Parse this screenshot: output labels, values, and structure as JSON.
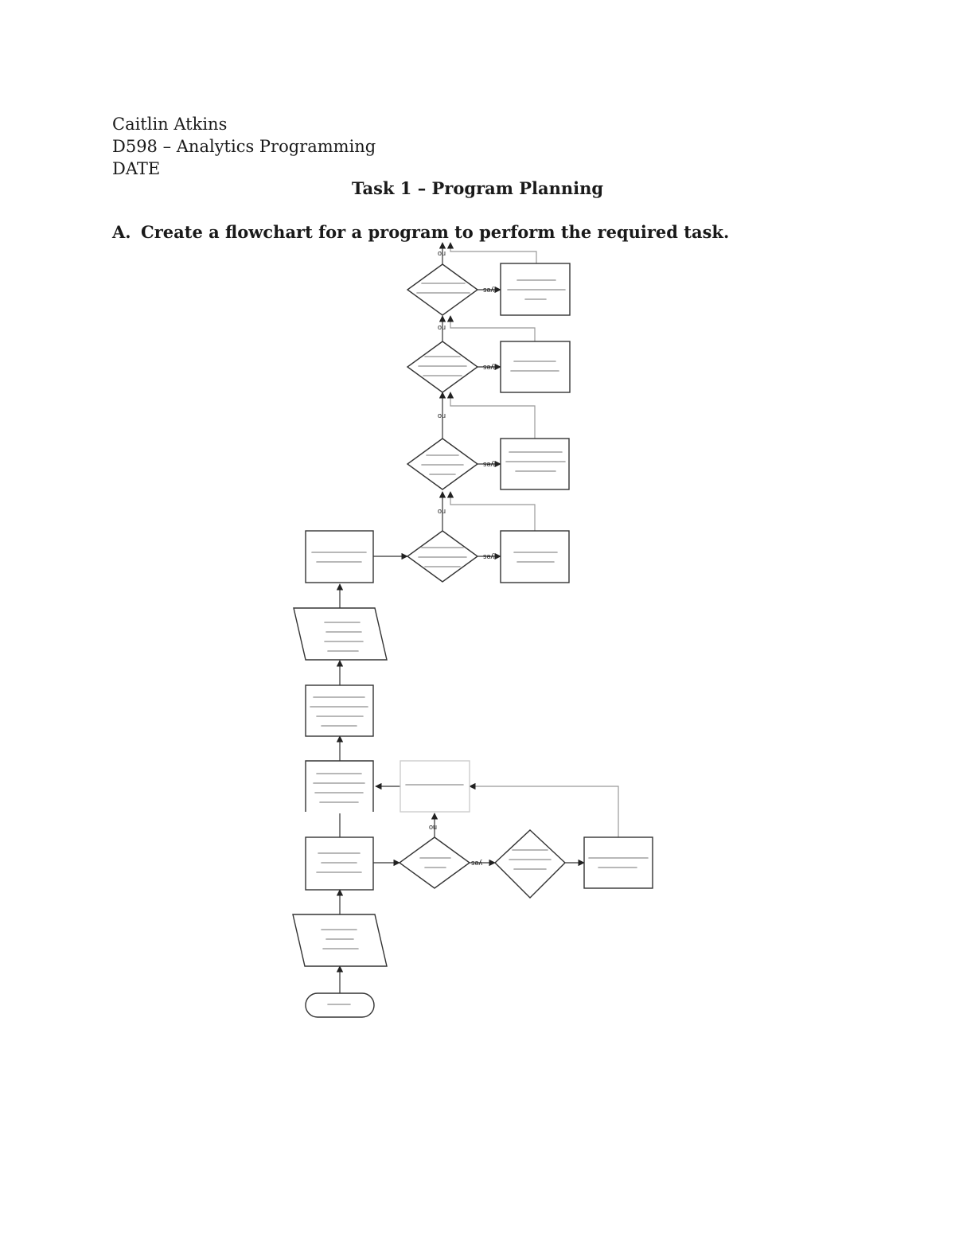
{
  "header": {
    "author": "Caitlin Atkins",
    "course": "D598 – Analytics Programming",
    "date": "DATE"
  },
  "title": "Task 1 – Program Planning",
  "section_a": {
    "marker": "A.",
    "heading": "Create a flowchart for a program to perform the required task."
  },
  "flowchart": {
    "label_yes": "yes",
    "label_no": "no"
  }
}
